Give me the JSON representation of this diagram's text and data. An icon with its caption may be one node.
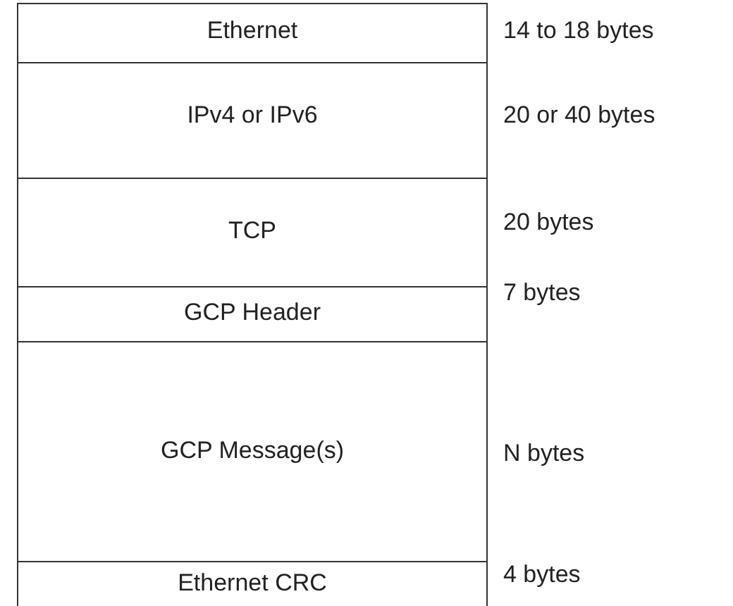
{
  "diagram": {
    "nodes": [
      {
        "text": [
          "Ethernet"
        ],
        "beside": [
          "14 to 18 bytes"
        ]
      },
      {
        "text": [
          "IPv4 or IPv6"
        ],
        "beside": [
          "20 or 40 bytes"
        ]
      },
      {
        "text": [
          "TCP"
        ],
        "beside": [
          "20 bytes"
        ]
      },
      {
        "text": [
          "GCP Header"
        ],
        "beside": [
          "7 bytes"
        ]
      },
      {
        "text": [
          "GCP Message(s)"
        ],
        "beside": [
          "N bytes"
        ]
      },
      {
        "text": [
          "Ethernet CRC"
        ],
        "beside": [
          "4 bytes"
        ]
      }
    ]
  }
}
